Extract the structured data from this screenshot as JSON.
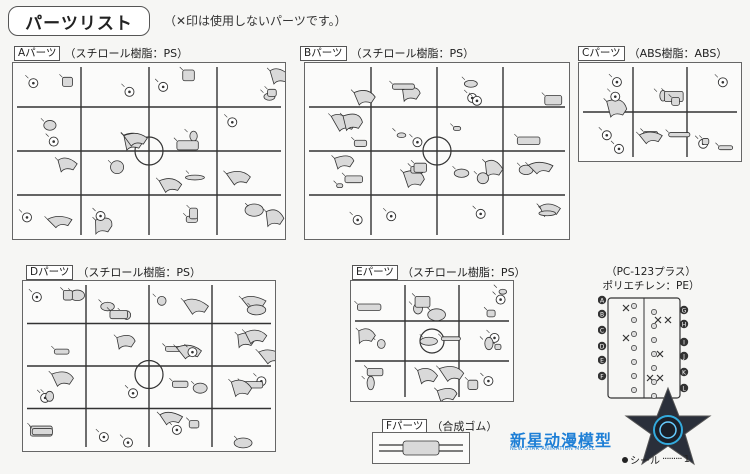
{
  "header": {
    "title": "パーツリスト",
    "note": "（✕印は使用しないパーツです。）"
  },
  "sections": {
    "a": {
      "letter": "Aパーツ",
      "material": "（スチロール樹脂：PS）"
    },
    "b": {
      "letter": "Bパーツ",
      "material": "（スチロール樹脂：PS）"
    },
    "c": {
      "letter": "Cパーツ",
      "material": "（ABS樹脂：ABS）"
    },
    "d": {
      "letter": "Dパーツ",
      "material": "（スチロール樹脂：PS）"
    },
    "e": {
      "letter": "Eパーツ",
      "material": "（スチロール樹脂：PS）"
    },
    "f": {
      "letter": "Fパーツ",
      "material": "（合成ゴム）"
    },
    "pc": {
      "line1": "（PC-123プラス）",
      "line2": "ポリエチレン：PE）"
    }
  },
  "pc_letters": [
    "A",
    "B",
    "C",
    "D",
    "E",
    "F",
    "G",
    "H",
    "I",
    "J",
    "K",
    "L"
  ],
  "footer": {
    "seal_label": "シール",
    "seal_count": "1"
  },
  "watermark": {
    "text": "新星动漫模型",
    "sub": "NEW STAR ANIMATION MODEL"
  },
  "colors": {
    "ink": "#333333",
    "part_fill": "#d9d9d9",
    "brand": "#1e7fd6"
  }
}
